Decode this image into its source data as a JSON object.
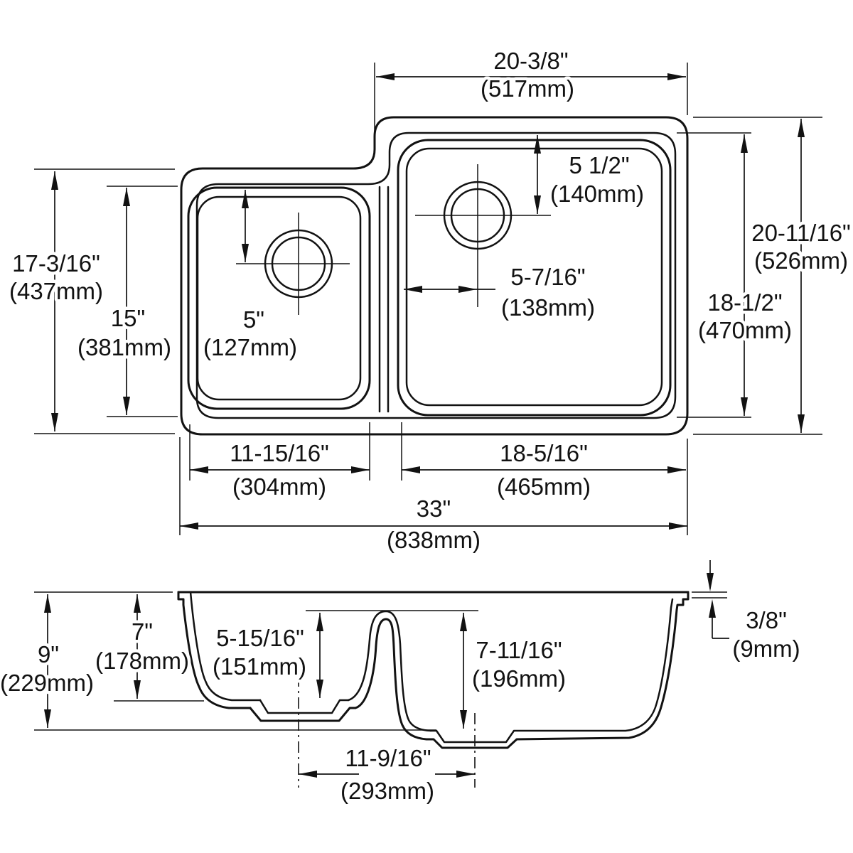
{
  "diagram": {
    "type": "technical-drawing",
    "subject": "Double-bowl offset kitchen sink specification drawing: plan (top) view and cross-section view",
    "colors": {
      "line": "#121212",
      "background": "#ffffff"
    },
    "views": {
      "plan": "top view with two bowls, divider and drain locations",
      "section": "front section view with bowl depths and drain bosses"
    },
    "dimensions": {
      "top_width": {
        "in": "20-3/8\"",
        "mm": "(517mm)"
      },
      "overall_height_left": {
        "in": "17-3/16\"",
        "mm": "(437mm)"
      },
      "left_opening_height": {
        "in": "15\"",
        "mm": "(381mm)"
      },
      "small_bowl_drain_offset": {
        "in": "5\"",
        "mm": "(127mm)"
      },
      "right_drain_top_offset": {
        "in": "5 1/2\"",
        "mm": "(140mm)"
      },
      "right_drain_side_offset": {
        "in": "5-7/16\"",
        "mm": "(138mm)"
      },
      "right_outer_height": {
        "in": "20-11/16\"",
        "mm": "(526mm)"
      },
      "right_opening_height": {
        "in": "18-1/2\"",
        "mm": "(470mm)"
      },
      "small_bowl_width": {
        "in": "11-15/16\"",
        "mm": "(304mm)"
      },
      "large_bowl_width": {
        "in": "18-5/16\"",
        "mm": "(465mm)"
      },
      "overall_width": {
        "in": "33\"",
        "mm": "(838mm)"
      },
      "overall_depth": {
        "in": "9\"",
        "mm": "(229mm)"
      },
      "small_bowl_depth": {
        "in": "7\"",
        "mm": "(178mm)"
      },
      "divider_depth": {
        "in": "5-15/16\"",
        "mm": "(151mm)"
      },
      "large_bowl_depth": {
        "in": "7-11/16\"",
        "mm": "(196mm)"
      },
      "rim_thickness": {
        "in": "3/8\"",
        "mm": "(9mm)"
      },
      "drain_spacing": {
        "in": "11-9/16\"",
        "mm": "(293mm)"
      }
    }
  }
}
